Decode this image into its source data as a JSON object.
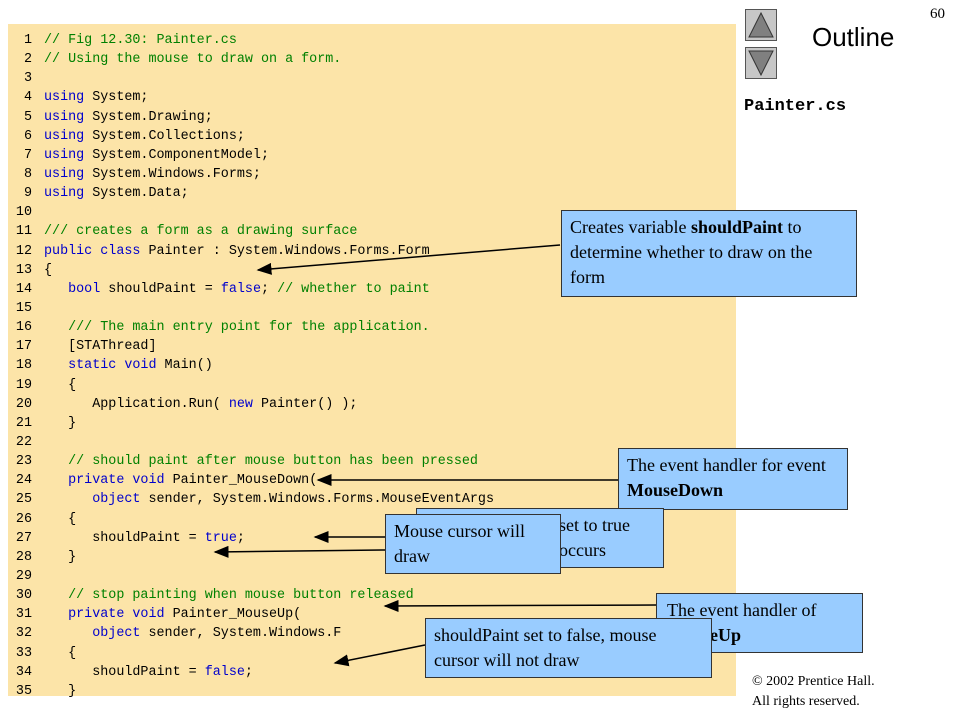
{
  "slide_number": "60",
  "outline_label": "Outline",
  "file_name": "Painter.cs",
  "copyright": {
    "line1": "© 2002 Prentice Hall.",
    "line2": "All rights reserved."
  },
  "code_lines": [
    {
      "n": "1",
      "segs": [
        {
          "t": "// Fig 12.30: Painter.cs",
          "c": "cm"
        }
      ]
    },
    {
      "n": "2",
      "segs": [
        {
          "t": "// Using the mouse to draw on a form.",
          "c": "cm"
        }
      ]
    },
    {
      "n": "3",
      "segs": []
    },
    {
      "n": "4",
      "segs": [
        {
          "t": "using",
          "c": "kw"
        },
        {
          "t": " System;"
        }
      ]
    },
    {
      "n": "5",
      "segs": [
        {
          "t": "using",
          "c": "kw"
        },
        {
          "t": " System.Drawing;"
        }
      ]
    },
    {
      "n": "6",
      "segs": [
        {
          "t": "using",
          "c": "kw"
        },
        {
          "t": " System.Collections;"
        }
      ]
    },
    {
      "n": "7",
      "segs": [
        {
          "t": "using",
          "c": "kw"
        },
        {
          "t": " System.ComponentModel;"
        }
      ]
    },
    {
      "n": "8",
      "segs": [
        {
          "t": "using",
          "c": "kw"
        },
        {
          "t": " System.Windows.Forms;"
        }
      ]
    },
    {
      "n": "9",
      "segs": [
        {
          "t": "using",
          "c": "kw"
        },
        {
          "t": " System.Data;"
        }
      ]
    },
    {
      "n": "10",
      "segs": []
    },
    {
      "n": "11",
      "segs": [
        {
          "t": "/// creates a form as a drawing surface",
          "c": "cm"
        }
      ]
    },
    {
      "n": "12",
      "segs": [
        {
          "t": "public class",
          "c": "kw"
        },
        {
          "t": " Painter : System.Windows.Forms.Form"
        }
      ]
    },
    {
      "n": "13",
      "segs": [
        {
          "t": "{"
        }
      ]
    },
    {
      "n": "14",
      "segs": [
        {
          "t": "   "
        },
        {
          "t": "bool",
          "c": "kw"
        },
        {
          "t": " shouldPaint = "
        },
        {
          "t": "false",
          "c": "kw"
        },
        {
          "t": "; "
        },
        {
          "t": "// whether to paint",
          "c": "cm"
        }
      ]
    },
    {
      "n": "15",
      "segs": []
    },
    {
      "n": "16",
      "segs": [
        {
          "t": "   "
        },
        {
          "t": "/// The main entry point for the application.",
          "c": "cm"
        }
      ]
    },
    {
      "n": "17",
      "segs": [
        {
          "t": "   [STAThread]"
        }
      ]
    },
    {
      "n": "18",
      "segs": [
        {
          "t": "   "
        },
        {
          "t": "static void",
          "c": "kw"
        },
        {
          "t": " Main()"
        }
      ]
    },
    {
      "n": "19",
      "segs": [
        {
          "t": "   {"
        }
      ]
    },
    {
      "n": "20",
      "segs": [
        {
          "t": "      Application.Run( "
        },
        {
          "t": "new",
          "c": "kw"
        },
        {
          "t": " Painter() );"
        }
      ]
    },
    {
      "n": "21",
      "segs": [
        {
          "t": "   }"
        }
      ]
    },
    {
      "n": "22",
      "segs": []
    },
    {
      "n": "23",
      "segs": [
        {
          "t": "   "
        },
        {
          "t": "// should paint after mouse button has been pressed",
          "c": "cm"
        }
      ]
    },
    {
      "n": "24",
      "segs": [
        {
          "t": "   "
        },
        {
          "t": "private void",
          "c": "kw"
        },
        {
          "t": " Painter_MouseDown("
        }
      ]
    },
    {
      "n": "25",
      "segs": [
        {
          "t": "      "
        },
        {
          "t": "object",
          "c": "kw"
        },
        {
          "t": " sender, System.Windows.Forms.MouseEventArgs"
        }
      ]
    },
    {
      "n": "26",
      "segs": [
        {
          "t": "   {"
        }
      ]
    },
    {
      "n": "27",
      "segs": [
        {
          "t": "      shouldPaint = "
        },
        {
          "t": "true",
          "c": "kw"
        },
        {
          "t": ";"
        }
      ]
    },
    {
      "n": "28",
      "segs": [
        {
          "t": "   }"
        }
      ]
    },
    {
      "n": "29",
      "segs": []
    },
    {
      "n": "30",
      "segs": [
        {
          "t": "   "
        },
        {
          "t": "// stop painting when mouse button released",
          "c": "cm"
        }
      ]
    },
    {
      "n": "31",
      "segs": [
        {
          "t": "   "
        },
        {
          "t": "private void",
          "c": "kw"
        },
        {
          "t": " Painter_MouseUp("
        }
      ]
    },
    {
      "n": "32",
      "segs": [
        {
          "t": "      "
        },
        {
          "t": "object",
          "c": "kw"
        },
        {
          "t": " sender, System.Windows.F"
        }
      ]
    },
    {
      "n": "33",
      "segs": [
        {
          "t": "   {"
        }
      ]
    },
    {
      "n": "34",
      "segs": [
        {
          "t": "      shouldPaint = "
        },
        {
          "t": "false",
          "c": "kw"
        },
        {
          "t": ";"
        }
      ]
    },
    {
      "n": "35",
      "segs": [
        {
          "t": "   }"
        }
      ]
    }
  ],
  "callouts": {
    "should_paint_var": {
      "pre": "Creates variable ",
      "bold": "shouldPaint",
      "post": " to determine whether to draw on the form"
    },
    "mousedown_handler": {
      "pre": "The event handler for event ",
      "bold": "MouseDown",
      "post": ""
    },
    "hidden_set_true": {
      "pre": "",
      "bold": "",
      "post": "set to true occurs"
    },
    "mouse_cursor_draw": {
      "pre": "Mouse cursor will draw",
      "bold": "",
      "post": ""
    },
    "mouseup_handler": {
      "pre": "The event handler of ",
      "bold": "MouseUp",
      "post": ""
    },
    "should_paint_false": {
      "pre": "shouldPaint set to false, mouse cursor will not draw",
      "bold": "",
      "post": ""
    }
  },
  "colors": {
    "code_background": "#fce4a8",
    "callout_background": "#99ccff",
    "keyword": "#0000cc",
    "comment": "#008000"
  },
  "icons": {
    "nav_up": "triangle-up-icon",
    "nav_down": "triangle-down-icon"
  }
}
